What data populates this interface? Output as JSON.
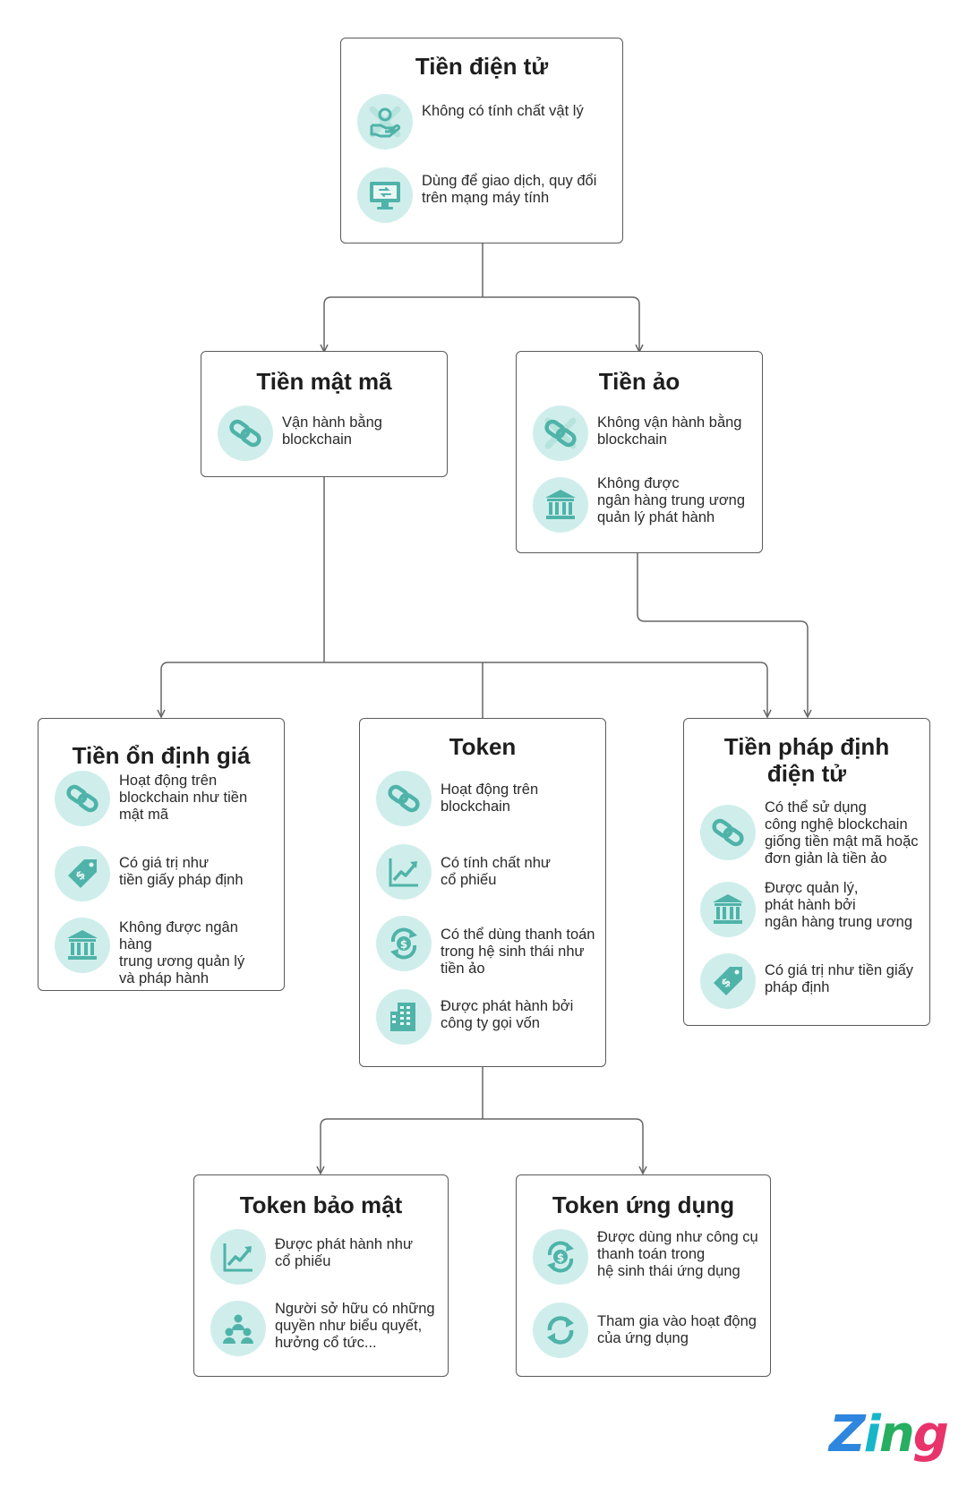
{
  "diagram": {
    "root": {
      "title": "Tiền điện tử",
      "features": [
        {
          "icon": "no-physical-hand-icon",
          "text": "Không có tính chất vật lý"
        },
        {
          "icon": "computer-monitor-icon",
          "text": "Dùng để giao dịch, quy đổi\ntrên mạng máy tính"
        }
      ]
    },
    "crypto": {
      "title": "Tiền mật mã",
      "features": [
        {
          "icon": "chain-link-icon",
          "text": "Vận hành bằng\nblockchain"
        }
      ]
    },
    "virtual": {
      "title": "Tiền ảo",
      "features": [
        {
          "icon": "chain-link-crossed-icon",
          "text": "Không vận hành bằng\nblockchain"
        },
        {
          "icon": "bank-icon",
          "text": "Không được\nngân hàng trung ương\nquản lý phát hành"
        }
      ]
    },
    "stablecoin": {
      "title": "Tiền ổn định giá",
      "features": [
        {
          "icon": "chain-link-icon",
          "text": "Hoạt động trên\nblockchain như tiền\nmật mã"
        },
        {
          "icon": "price-tag-icon",
          "text": "Có giá trị như\ntiền giấy pháp định"
        },
        {
          "icon": "bank-icon",
          "text": "Không được ngân hàng\ntrung ương quản lý\nvà pháp hành"
        }
      ]
    },
    "token": {
      "title": "Token",
      "features": [
        {
          "icon": "chain-link-icon",
          "text": "Hoạt động trên\nblockchain"
        },
        {
          "icon": "chart-up-icon",
          "text": "Có tính chất như\ncổ phiếu"
        },
        {
          "icon": "money-exchange-icon",
          "text": "Có thể dùng thanh toán\ntrong hệ sinh thái như\ntiền ảo"
        },
        {
          "icon": "building-icon",
          "text": "Được phát hành bởi\ncông ty gọi vốn"
        }
      ]
    },
    "cbdc": {
      "title": "Tiền pháp định\nđiện tử",
      "features": [
        {
          "icon": "chain-link-icon",
          "text": "Có thể sử dụng\ncông nghệ blockchain\ngiống tiền mật mã hoặc\nđơn giản là tiền ảo"
        },
        {
          "icon": "bank-icon",
          "text": "Được quản lý,\nphát hành bởi\nngân hàng trung ương"
        },
        {
          "icon": "price-tag-icon",
          "text": "Có giá trị như tiền giấy\npháp định"
        }
      ]
    },
    "security_token": {
      "title": "Token bảo mật",
      "features": [
        {
          "icon": "chart-up-icon",
          "text": "Được phát hành như\ncổ phiếu"
        },
        {
          "icon": "shareholders-icon",
          "text": "Người sở hữu có những\nquyền như biểu quyết,\nhưởng cổ tức..."
        }
      ]
    },
    "utility_token": {
      "title": "Token ứng dụng",
      "features": [
        {
          "icon": "money-exchange-icon",
          "text": "Được dùng như công cụ\nthanh toán trong\nhệ sinh thái ứng dụng"
        },
        {
          "icon": "refresh-cycle-icon",
          "text": "Tham gia vào hoạt động\ncủa ứng dụng"
        }
      ]
    }
  },
  "logo": {
    "letters": [
      "Z",
      "i",
      "n",
      "g"
    ]
  },
  "colors": {
    "accent": "#4fb3a9",
    "icon_bg": "#cfeeeb",
    "border": "#5a5a5a",
    "line": "#666666"
  }
}
